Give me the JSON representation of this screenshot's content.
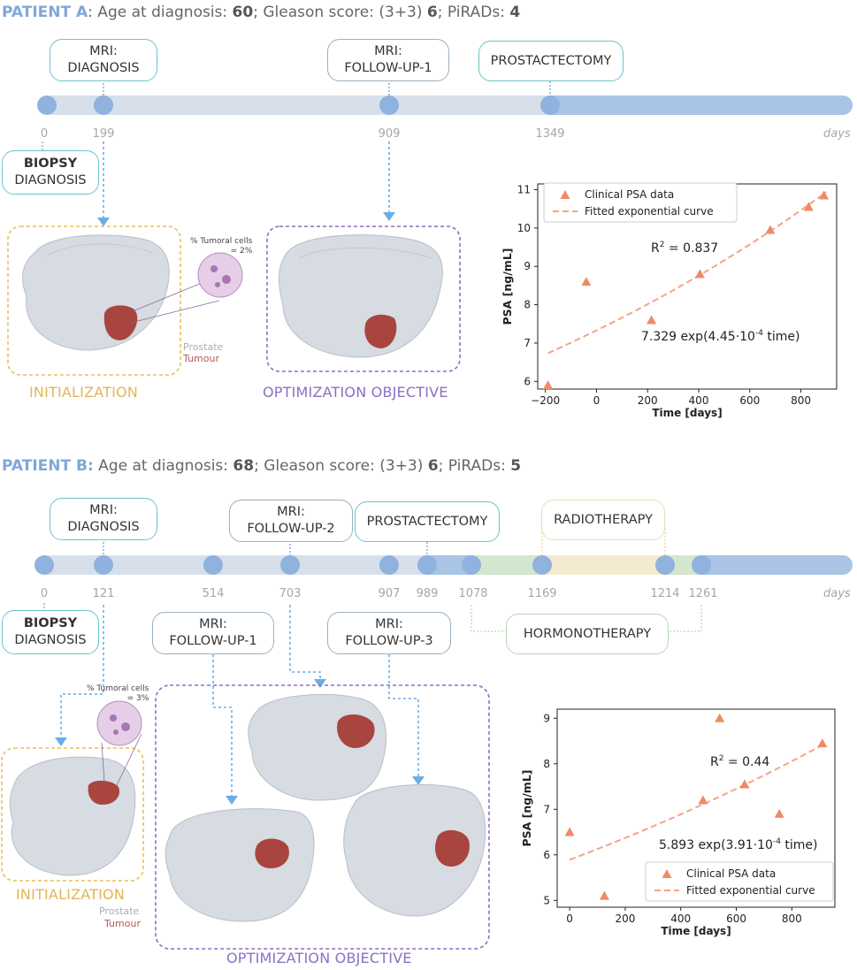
{
  "patient_a": {
    "header_label": "PATIENT A",
    "header_colon": ":",
    "header_age_label": " Age at diagnosis: ",
    "header_age": "60",
    "header_gleason_label": "; Gleason score: (3+3) ",
    "header_gleason": "6",
    "header_pirads_label": "; PiRADs: ",
    "header_pirads": "4",
    "boxes": {
      "mri_diag": [
        "MRI:",
        "DIAGNOSIS"
      ],
      "mri_fu1": [
        "MRI:",
        "FOLLOW-UP-1"
      ],
      "prostatectomy": "PROSTACTECTOMY",
      "biopsy": [
        "BIOPSY",
        "DIAGNOSIS"
      ]
    },
    "ticks": [
      "0",
      "199",
      "909",
      "1349"
    ],
    "units": "days",
    "init_label": "INITIALIZATION",
    "opt_label": "OPTIMIZATION OBJECTIVE",
    "tumoral_cells": [
      "% Tumoral cells",
      "= 2%"
    ],
    "legend_prostate": "Prostate",
    "legend_tumour": "Tumour"
  },
  "patient_b": {
    "header_label": "PATIENT B:",
    "header_age_label": " Age at diagnosis: ",
    "header_age": "68",
    "header_gleason_label": "; Gleason score: (3+3) ",
    "header_gleason": "6",
    "header_pirads_label": "; PiRADs: ",
    "header_pirads": "5",
    "boxes": {
      "mri_diag": [
        "MRI:",
        "DIAGNOSIS"
      ],
      "mri_fu2": [
        "MRI:",
        "FOLLOW-UP-2"
      ],
      "prostatectomy": "PROSTACTECTOMY",
      "radiotherapy": "RADIOTHERAPY",
      "biopsy": [
        "BIOPSY",
        "DIAGNOSIS"
      ],
      "mri_fu1": [
        "MRI:",
        "FOLLOW-UP-1"
      ],
      "mri_fu3": [
        "MRI:",
        "FOLLOW-UP-3"
      ],
      "hormonotherapy": "HORMONOTHERAPY"
    },
    "ticks": [
      "0",
      "121",
      "514",
      "703",
      "907",
      "989",
      "1078",
      "1169",
      "1214",
      "1261"
    ],
    "units": "days",
    "init_label": "INITIALIZATION",
    "opt_label": "OPTIMIZATION OBJECTIVE",
    "tumoral_cells": [
      "% Tumoral cells",
      "= 3%"
    ],
    "legend_prostate": "Prostate",
    "legend_tumour": "Tumour"
  },
  "colors": {
    "timeline": "#d7e0ea",
    "timeline_dark": "#a9c4e4",
    "dot": "#8fb2de",
    "init": "#e8c15a",
    "opt": "#8c6fc3",
    "data": "#f08a64",
    "fit": "#f3a585",
    "hormone": "#d3e6cf",
    "radio": "#f3ead0"
  },
  "chart_data": [
    {
      "type": "scatter",
      "xlabel": "Time [days]",
      "ylabel": "PSA [ng/mL]",
      "xlim": [
        -230,
        940
      ],
      "ylim": [
        5.8,
        11.15
      ],
      "xticks": [
        "−200",
        "0",
        "200",
        "400",
        "600",
        "800"
      ],
      "xtick_values": [
        -200,
        0,
        200,
        400,
        600,
        800
      ],
      "yticks": [
        "6",
        "7",
        "8",
        "9",
        "10",
        "11"
      ],
      "ytick_values": [
        6,
        7,
        8,
        9,
        10,
        11
      ],
      "legend_placement": "top-left",
      "series": [
        {
          "name": "Clinical PSA data",
          "x": [
            -190,
            -40,
            215,
            405,
            680,
            830,
            890
          ],
          "y": [
            5.9,
            8.6,
            7.6,
            8.8,
            9.95,
            10.55,
            10.85
          ]
        },
        {
          "name": "Fitted exponential curve",
          "a": 7.329,
          "b": 0.000445,
          "x_range": [
            -190,
            900
          ]
        }
      ],
      "annotations": {
        "r2_label": "R",
        "r2_sup": "2",
        "r2_value": " = 0.837",
        "fit_prefix": "7.329 exp(4.45·10",
        "fit_sup": "-4",
        "fit_suffix": "  time)"
      }
    },
    {
      "type": "scatter",
      "xlabel": "Time [days]",
      "ylabel": "PSA [ng/mL]",
      "xlim": [
        -45,
        955
      ],
      "ylim": [
        4.85,
        9.2
      ],
      "xticks": [
        "0",
        "200",
        "400",
        "600",
        "800"
      ],
      "xtick_values": [
        0,
        200,
        400,
        600,
        800
      ],
      "yticks": [
        "5",
        "6",
        "7",
        "8",
        "9"
      ],
      "ytick_values": [
        5,
        6,
        7,
        8,
        9
      ],
      "legend_placement": "bottom-right",
      "series": [
        {
          "name": "Clinical PSA data",
          "x": [
            0,
            125,
            480,
            540,
            630,
            755,
            910
          ],
          "y": [
            6.5,
            5.1,
            7.2,
            9.0,
            7.55,
            6.9,
            8.45
          ]
        },
        {
          "name": "Fitted exponential curve",
          "a": 5.893,
          "b": 0.000391,
          "x_range": [
            0,
            910
          ]
        }
      ],
      "annotations": {
        "r2_label": "R",
        "r2_sup": "2",
        "r2_value": " = 0.44",
        "fit_prefix": "5.893 exp(3.91·10",
        "fit_sup": "-4",
        "fit_suffix": " time)"
      }
    }
  ]
}
